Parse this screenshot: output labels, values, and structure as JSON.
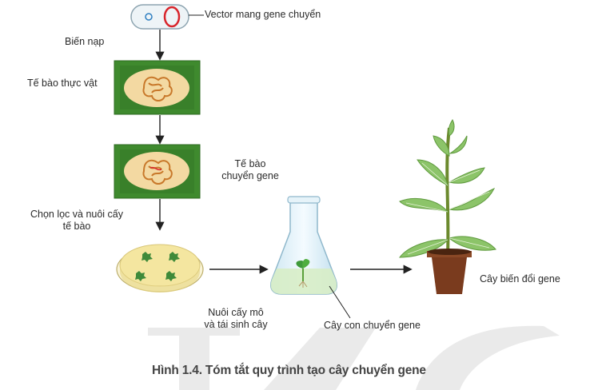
{
  "labels": {
    "vector": "Vector mang gene chuyển",
    "transformation": "Biến nạp",
    "plant_cell": "Tế bào thực vật",
    "transgenic_cell_line1": "Tế bào",
    "transgenic_cell_line2": "chuyển gene",
    "selection_line1": "Chọn lọc và nuôi cấy",
    "selection_line2": "tế bào",
    "tissue_culture_line1": "Nuôi cấy mô",
    "tissue_culture_line2": "và tái sinh cây",
    "seedling": "Cây con chuyển gene",
    "gm_plant": "Cây biến đổi gene"
  },
  "caption": "Hình 1.4. Tóm tắt quy trình tạo cây chuyển gene",
  "colors": {
    "cell_wall": "#3f8a2e",
    "cell_inner": "#f3d9a2",
    "nucleus_line": "#c8782a",
    "vector_red": "#d8252c",
    "vector_blue": "#2f7fc1",
    "dish_medium": "#f4e6a0",
    "colony": "#3f8a3a",
    "leaf": "#8cc469",
    "pot": "#7a3b1e",
    "watermark": "#e6e6e6"
  }
}
